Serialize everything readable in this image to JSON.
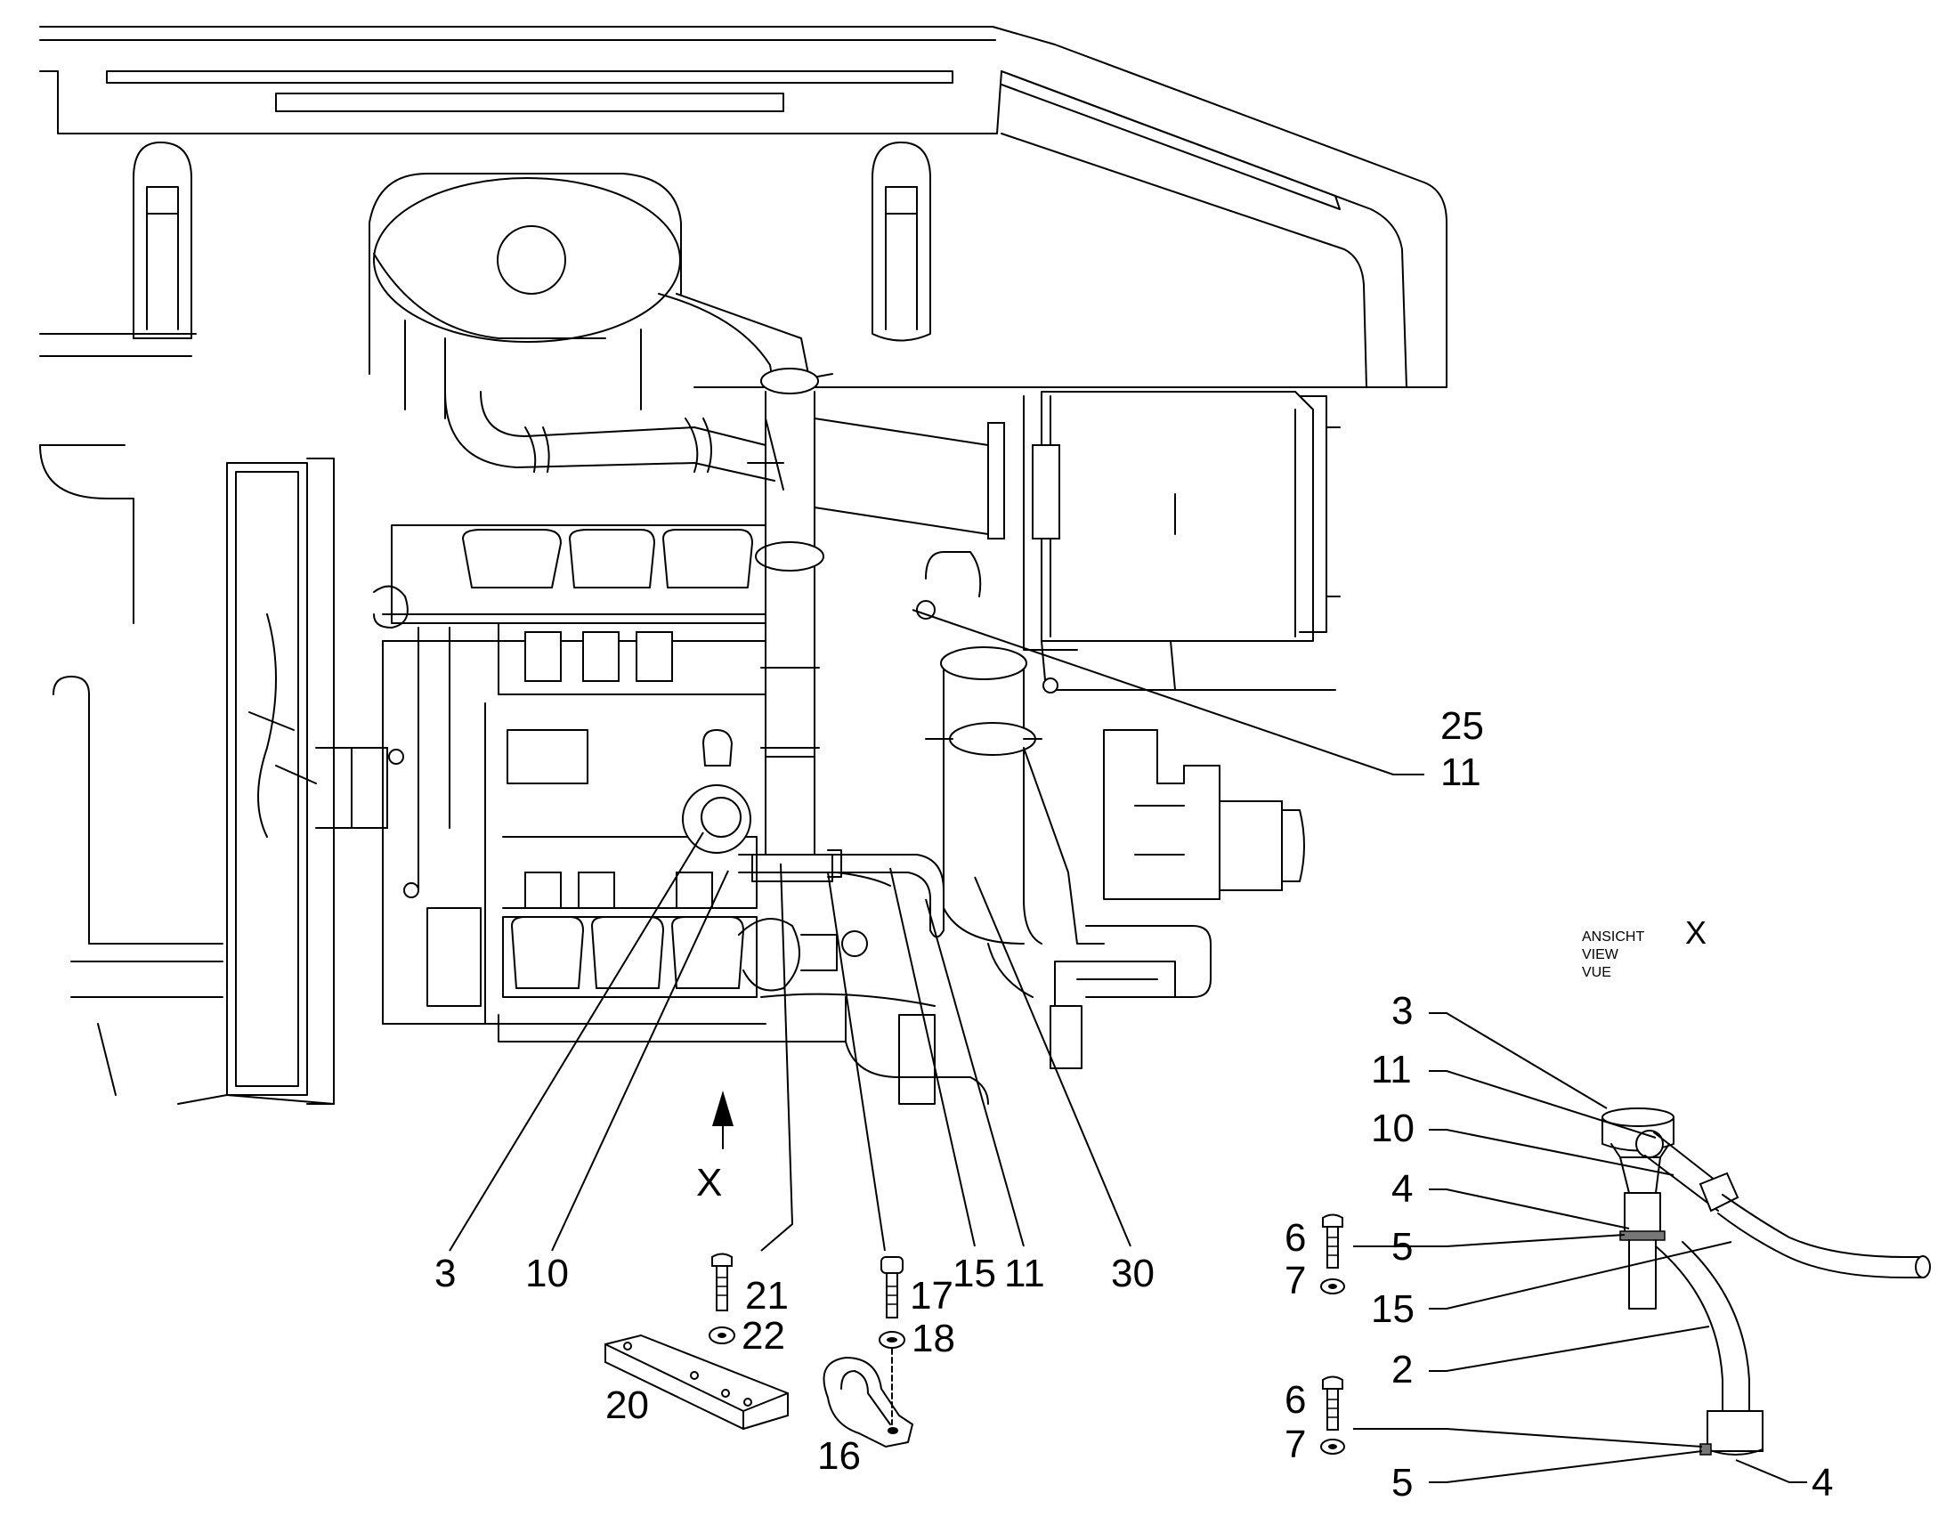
{
  "view": {
    "lines": [
      "ANSICHT",
      "VIEW",
      "VUE"
    ],
    "letter": "X"
  },
  "view_arrow_letter": "X",
  "main_callouts": {
    "c25": "25",
    "c11_top": "11",
    "c3": "3",
    "c10": "10",
    "c21": "21",
    "c22": "22",
    "c20": "20",
    "c17": "17",
    "c18": "18",
    "c16": "16",
    "c15": "15",
    "c11": "11",
    "c30": "30"
  },
  "detail_callouts": {
    "c3": "3",
    "c11": "11",
    "c10": "10",
    "c4_top": "4",
    "c6_top": "6",
    "c5_top": "5",
    "c7_top": "7",
    "c15": "15",
    "c2": "2",
    "c6_bot": "6",
    "c7_bot": "7",
    "c5_bot": "5",
    "c4_bot": "4"
  }
}
